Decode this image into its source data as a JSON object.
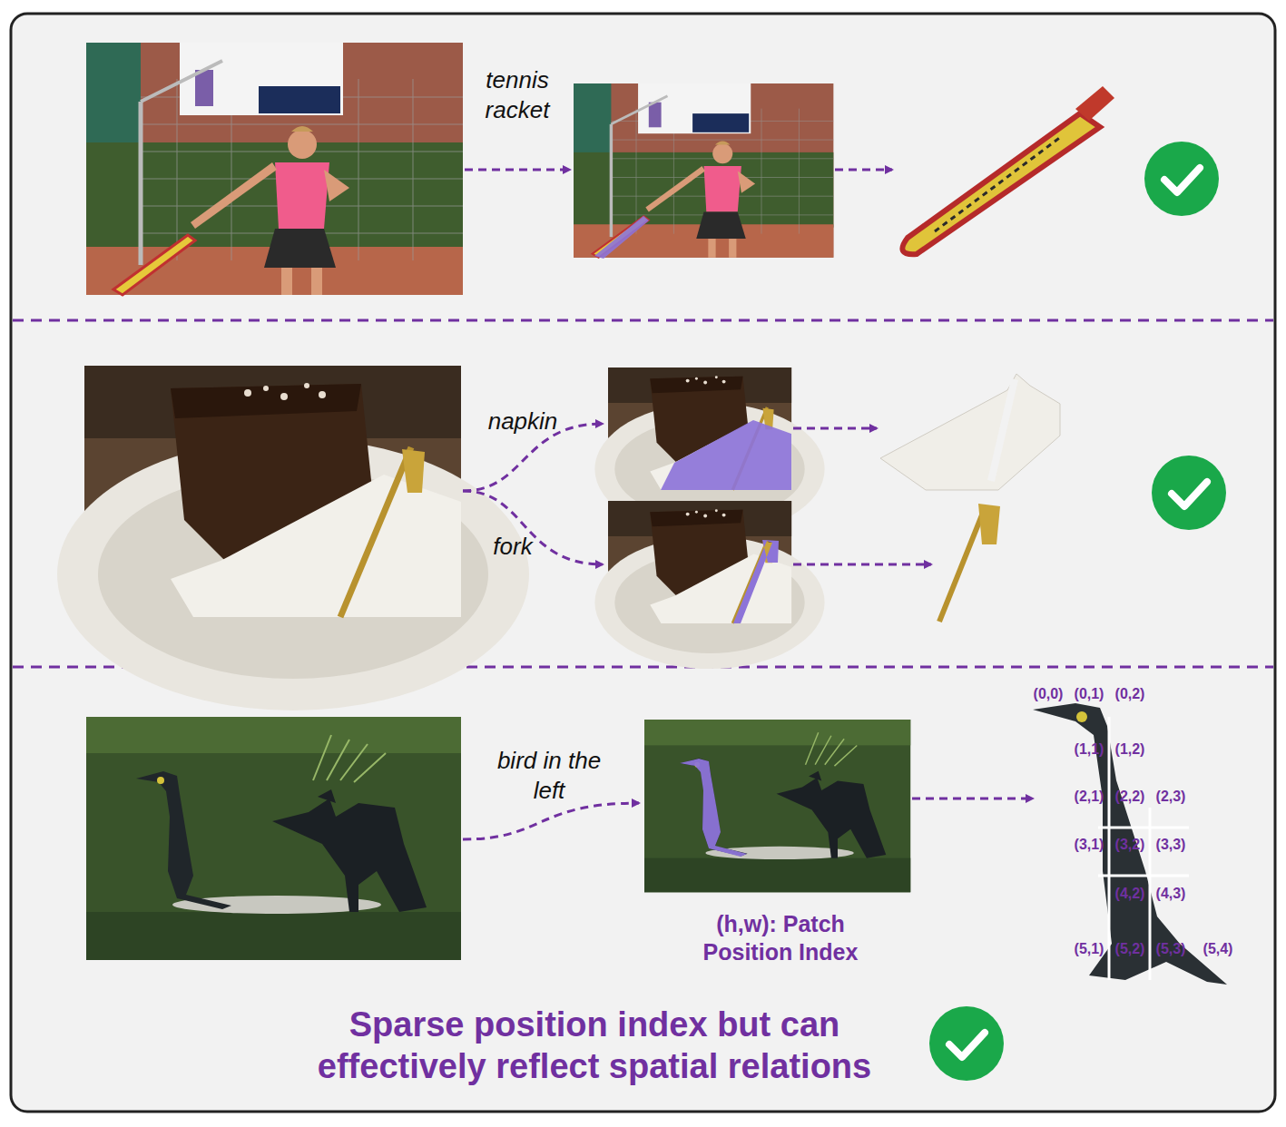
{
  "diagram": {
    "labels": [
      "tennis racket",
      "napkin",
      "fork",
      "bird in the left",
      "(h,w): Patch Position Index",
      "(0,0)",
      "(0,1)",
      "(0,2)",
      "(1,1)",
      "(1,2)",
      "(2,1)",
      "(2,2)",
      "(2,3)",
      "(3,1)",
      "(3,2)",
      "(3,3)",
      "(4,2)",
      "(4,3)",
      "(5,1)",
      "(5,2)",
      "(5,3)",
      "(5,4)",
      "Sparse position index but can effectively reflect spatial relations"
    ]
  }
}
